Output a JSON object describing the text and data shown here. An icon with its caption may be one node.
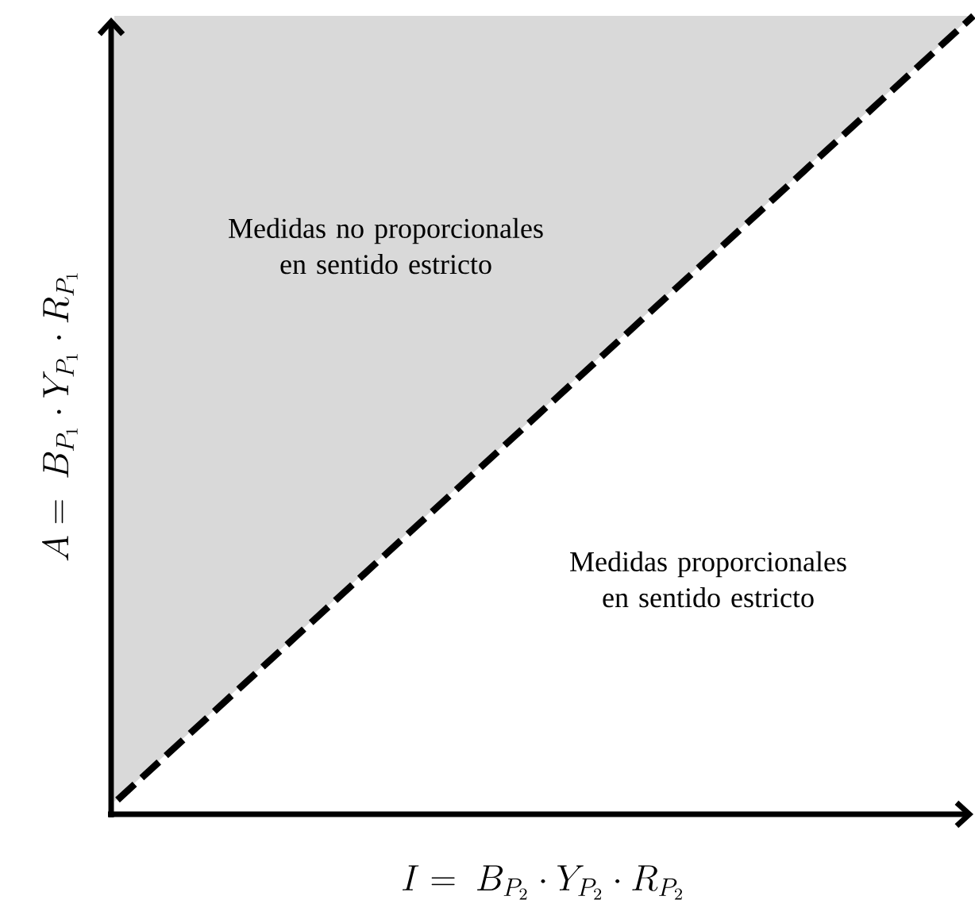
{
  "diagram": {
    "nodes": [
      {
        "text": [
          "Medidas no proporcionales en sentido estricto"
        ]
      }
    ],
    "labels": [
      "Medidas proporcionales en sentido estricto",
      "A =\\ B_{P_1} \\cdot Y_{P_1} \\cdot R_{P_1}",
      "I =\\ B_{P_2} \\cdot Y_{P_2} \\cdot R_{P_2}"
    ]
  }
}
